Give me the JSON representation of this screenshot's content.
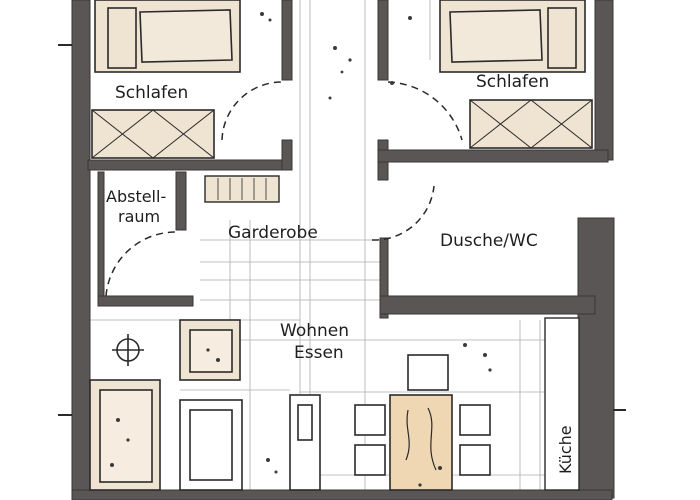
{
  "plan": {
    "rooms": {
      "bedroom_left": "Schlafen",
      "bedroom_right": "Schlafen",
      "storage_line1": "Abstell-",
      "storage_line2": "raum",
      "wardrobe": "Garderobe",
      "bathroom": "Dusche/WC",
      "living_line1": "Wohnen",
      "living_line2": "Essen",
      "kitchen": "Küche"
    },
    "colors": {
      "wall": "#5a5656",
      "wall_dark": "#4a4646",
      "paper": "#ffffff",
      "furniture_fill": "#efe3d2",
      "line": "#2a2a2a",
      "speckle": "#3a3a3a"
    }
  }
}
